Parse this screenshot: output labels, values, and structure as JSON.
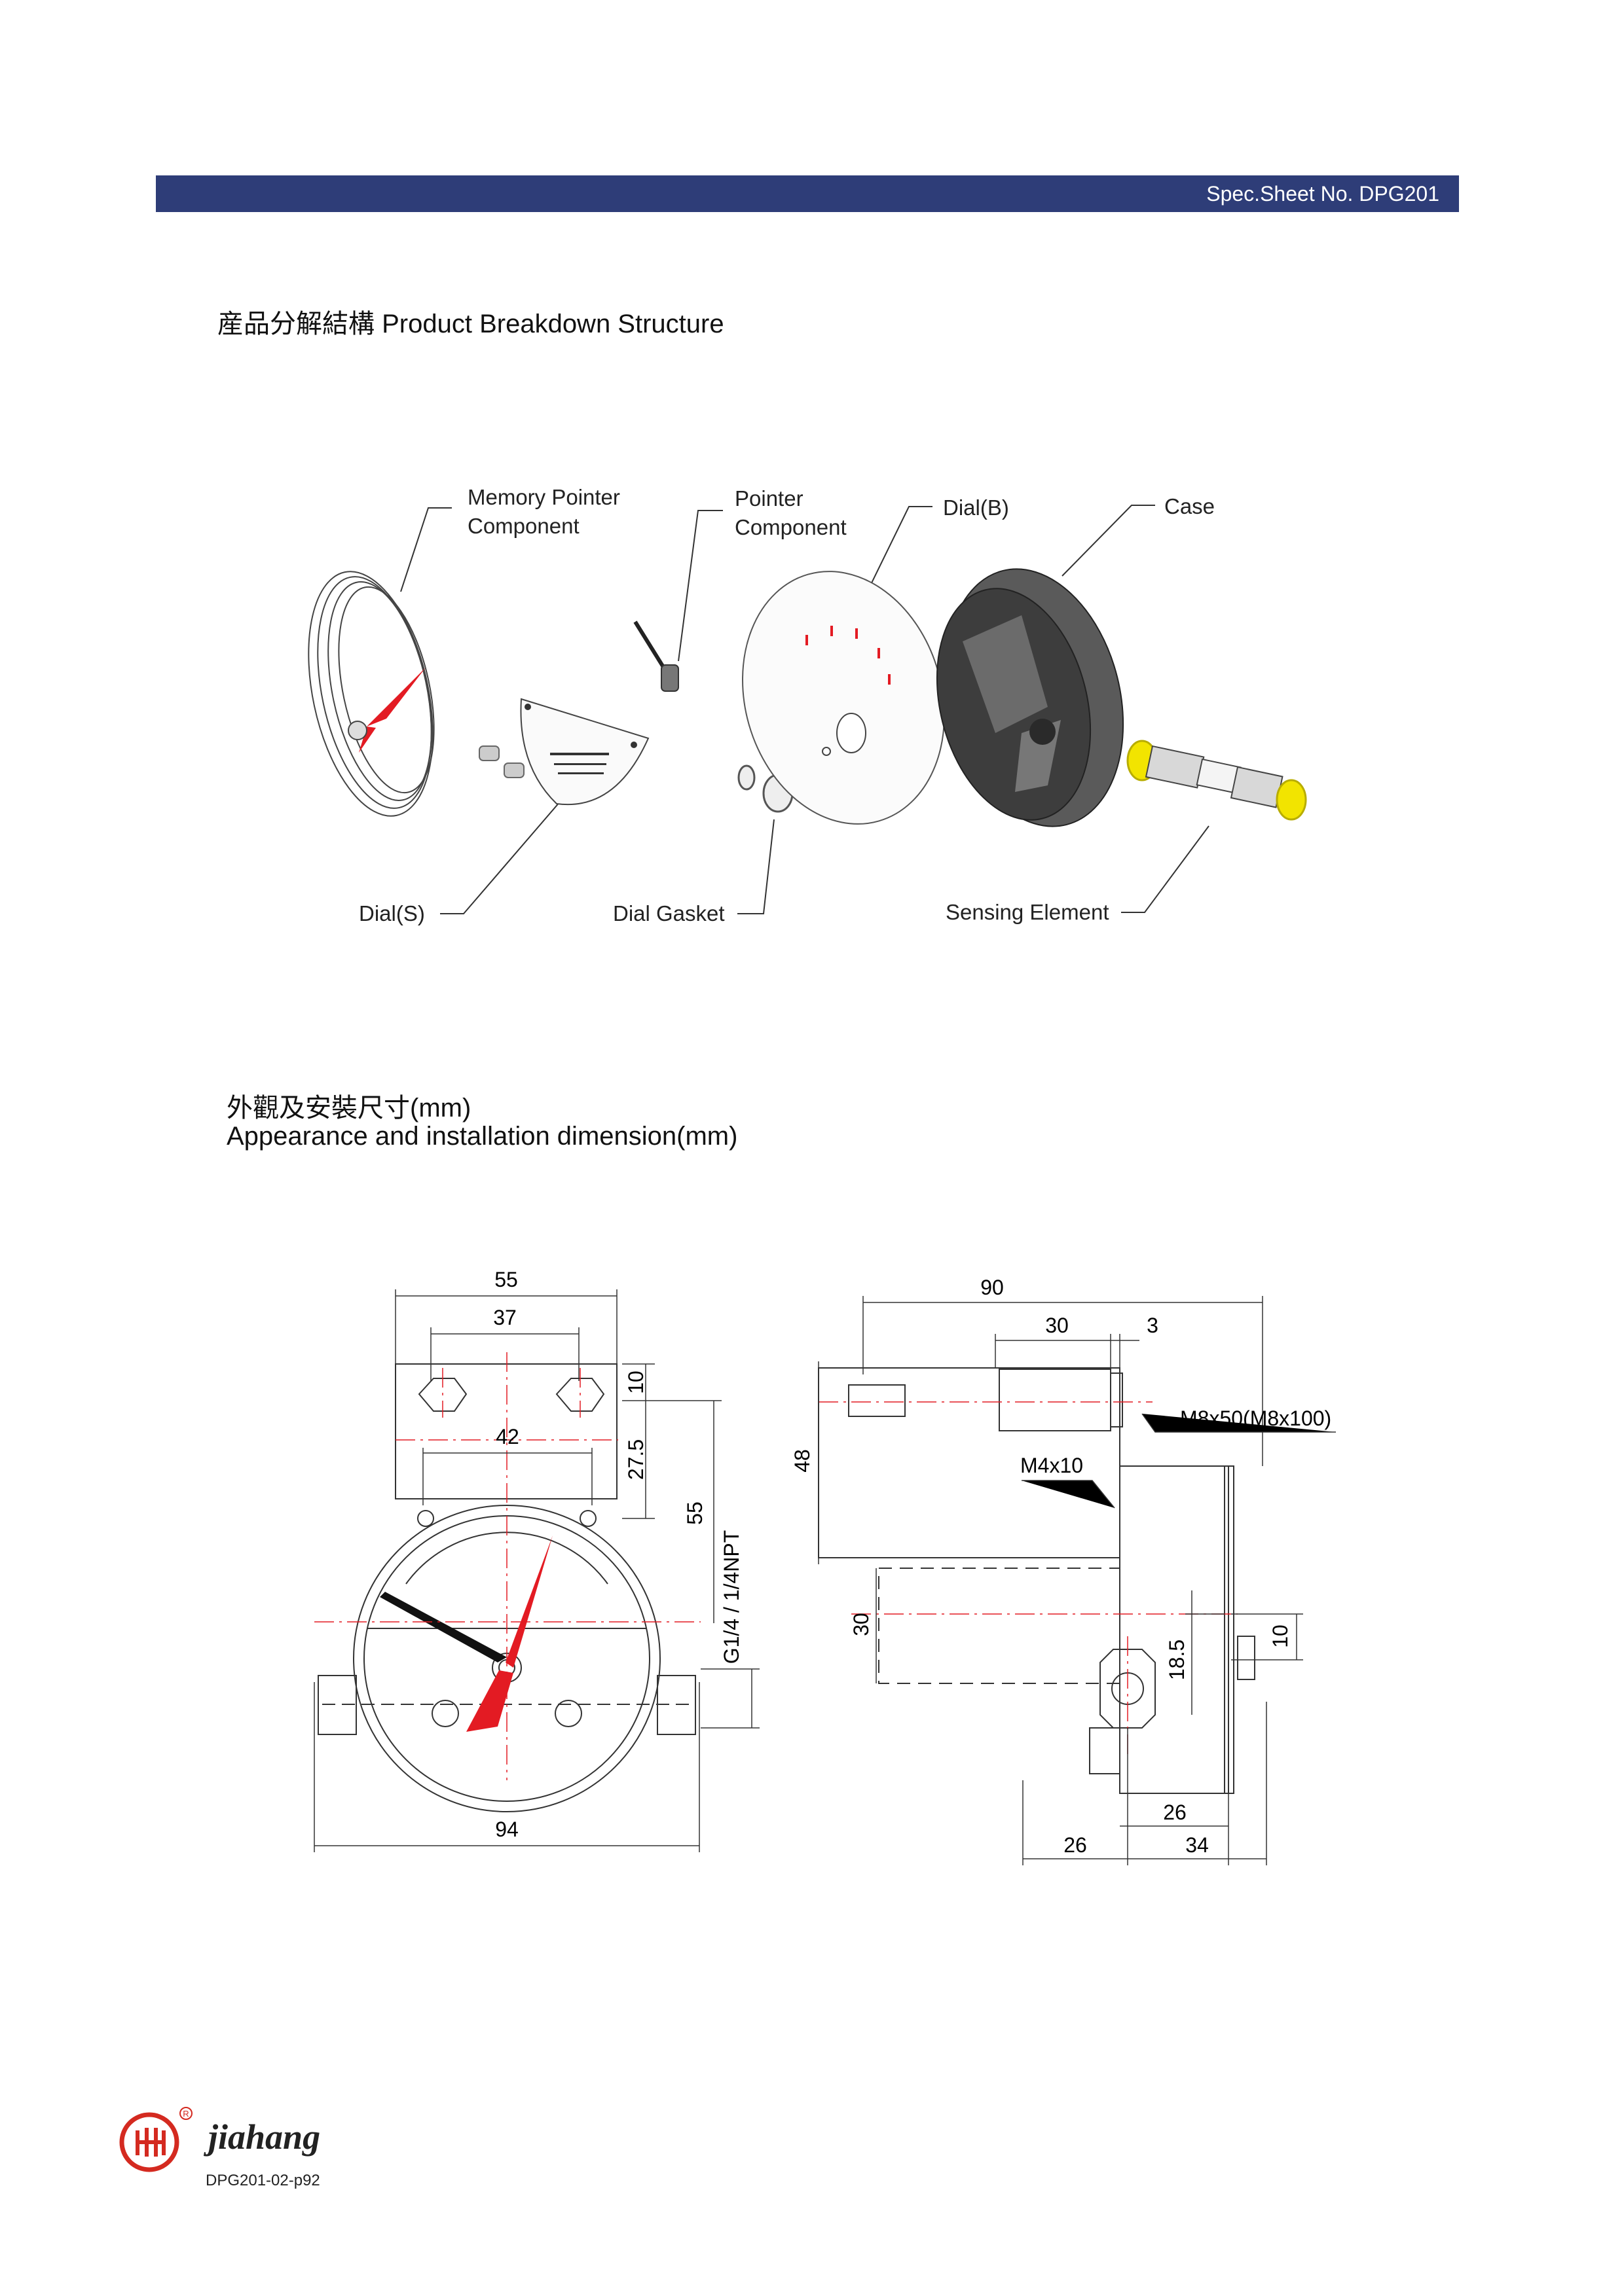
{
  "header": {
    "spec_sheet": "Spec.Sheet No. DPG201"
  },
  "sections": {
    "breakdown_title": "産品分解結構 Product Breakdown Structure",
    "dimension_title_cn": "外觀及安裝尺寸(mm)",
    "dimension_title_en": "Appearance and installation dimension(mm)"
  },
  "callouts": {
    "memory_pointer": [
      "Memory Pointer",
      "Component"
    ],
    "pointer": [
      "Pointer",
      "Component"
    ],
    "dial_b": "Dial(B)",
    "case": "Case",
    "dial_s": "Dial(S)",
    "dial_gasket": "Dial Gasket",
    "sensing_element": "Sensing Element"
  },
  "dimensions_front": {
    "width_top": "55",
    "bolt_spacing": "37",
    "hole_spacing": "42",
    "top_offset": "10",
    "mid_offset": "27.5",
    "height": "55",
    "thread": "G1/4 / 1/4NPT",
    "overall_width": "94"
  },
  "dimensions_side": {
    "length": "90",
    "body": "30",
    "nut": "3",
    "height": "48",
    "bolt": "M8x50(M8x100)",
    "screw": "M4x10",
    "lower_height": "30",
    "port_height": "18.5",
    "knob": "10",
    "case_depth": "26",
    "bottom_left": "26",
    "bottom_right": "34"
  },
  "colors": {
    "header": "#2e3d78",
    "pointer_red": "#e31b23",
    "logo_red": "#d42a20",
    "sensor_yellow": "#f2e400"
  },
  "footer": {
    "brand": "jiahang",
    "doc_code": "DPG201-02-p92"
  }
}
